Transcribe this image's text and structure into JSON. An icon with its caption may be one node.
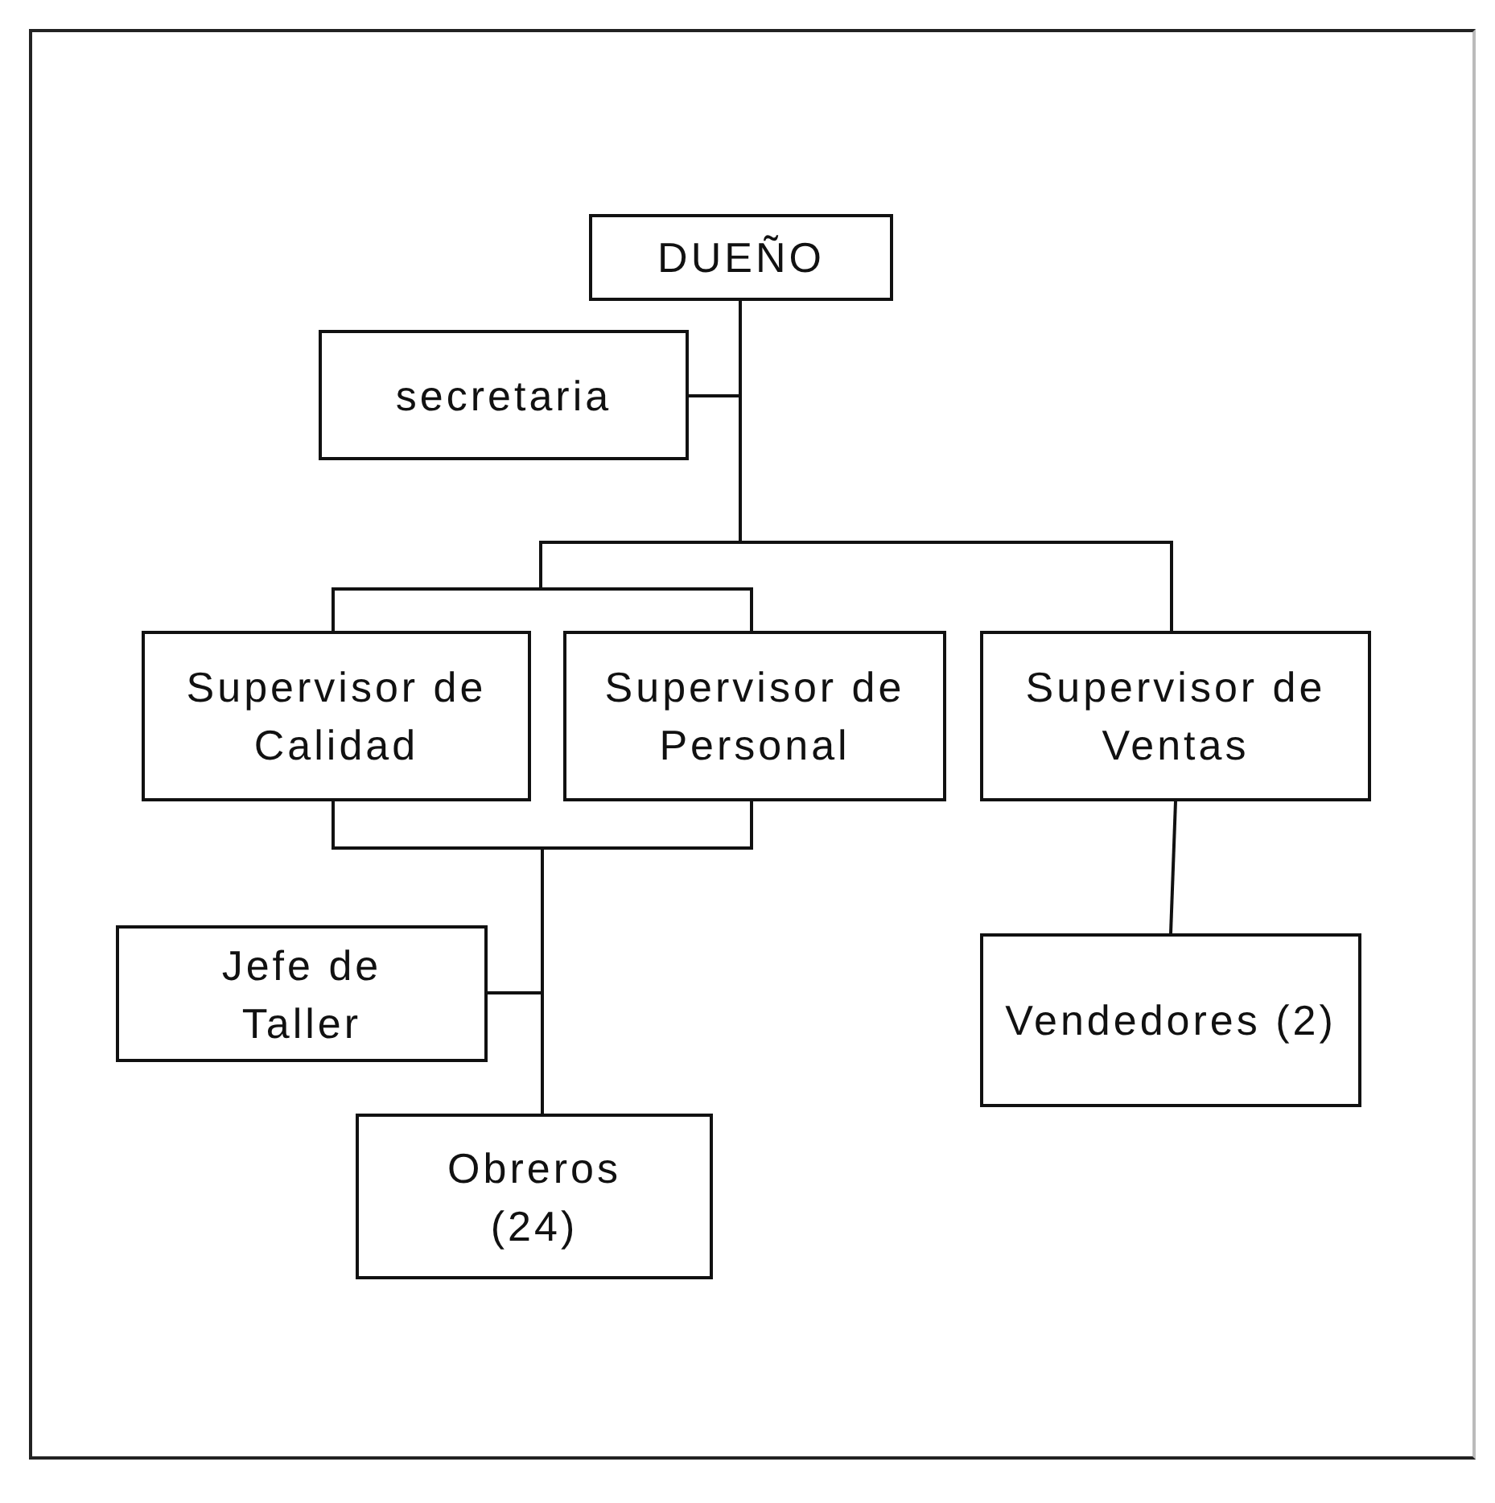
{
  "diagram": {
    "nodes": [
      {
        "text": [
          "DUEÑO"
        ]
      },
      {
        "text": [
          "secretaria"
        ]
      },
      {
        "text": [
          "Supervisor de Calidad"
        ]
      },
      {
        "text": [
          "Supervisor de Personal"
        ]
      },
      {
        "text": [
          "Supervisor de Ventas"
        ]
      },
      {
        "text": [
          "Jefe de Taller"
        ]
      },
      {
        "text": [
          "Vendedores (2)"
        ]
      },
      {
        "text": [
          "Obreros (24)"
        ]
      }
    ],
    "edges": [
      {
        "from": 0,
        "to": 1,
        "arrow": "none"
      },
      {
        "from": 0,
        "to": 2,
        "arrow": "none"
      },
      {
        "from": 0,
        "to": 3,
        "arrow": "none"
      },
      {
        "from": 0,
        "to": 4,
        "arrow": "none"
      },
      {
        "from": 2,
        "to": 5,
        "arrow": "none"
      },
      {
        "from": 3,
        "to": 5,
        "arrow": "none"
      },
      {
        "from": 2,
        "to": 7,
        "arrow": "none"
      },
      {
        "from": 3,
        "to": 7,
        "arrow": "none"
      },
      {
        "from": 4,
        "to": 6,
        "arrow": "none"
      }
    ]
  }
}
